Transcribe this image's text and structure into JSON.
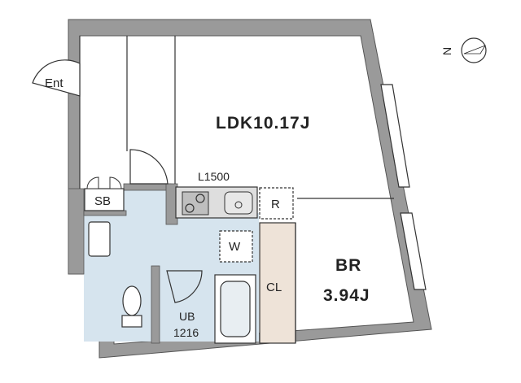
{
  "rooms": {
    "ldk": "LDK10.17J",
    "br_name": "BR",
    "br_size": "3.94J",
    "closet": "CL",
    "washer": "W",
    "fridge": "R",
    "shoe_box": "SB",
    "unit_bath_name": "UB",
    "unit_bath_size": "1216",
    "kitchen": "L1500",
    "entrance": "Ent"
  },
  "compass": {
    "direction": "N",
    "icon": "compass-icon"
  },
  "colors": {
    "wall": "#9a9a9a",
    "wet_area": "#d6e4ee",
    "closet": "#eee3d8",
    "kitchen_counter": "#dedede",
    "line": "#333333"
  }
}
